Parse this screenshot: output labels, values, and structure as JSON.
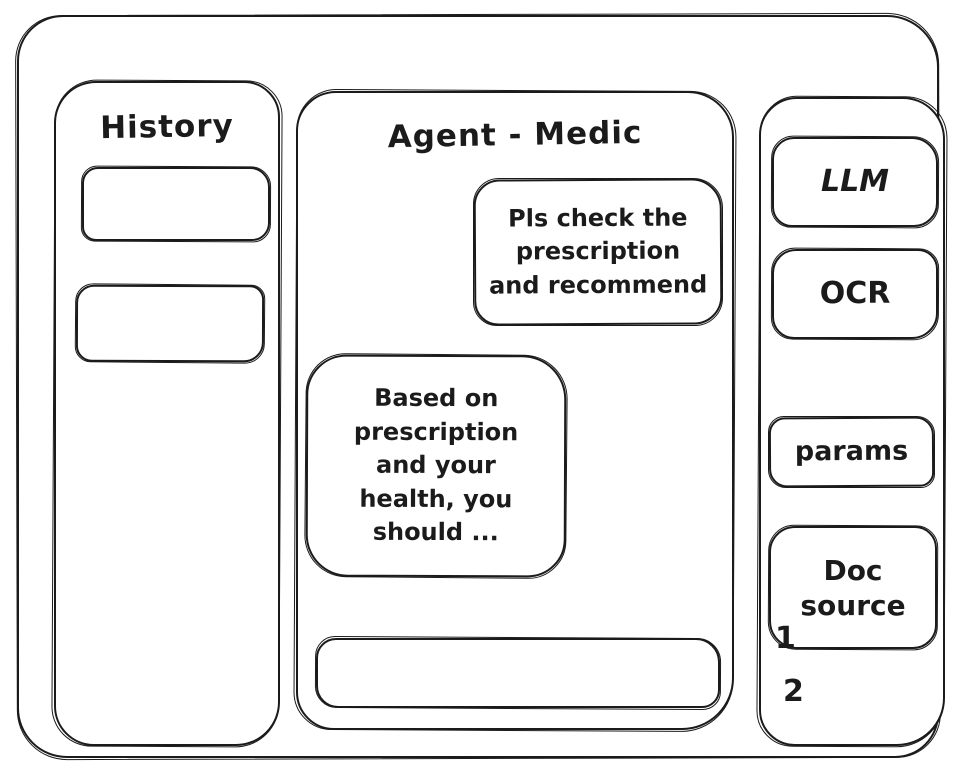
{
  "app": {
    "bg_color": "#ffffff",
    "ink_color": "#1b1b1b"
  },
  "sidebar": {
    "title": "History",
    "items": [
      {
        "label": ""
      },
      {
        "label": ""
      }
    ]
  },
  "chat": {
    "title": "Agent - Medic",
    "messages": [
      {
        "role": "user",
        "text": "Pls check the\nprescription\nand recommend"
      },
      {
        "role": "agent",
        "text": "Based on\nprescription\nand your\nhealth, you\nshould ..."
      }
    ],
    "input": {
      "value": "",
      "placeholder": ""
    }
  },
  "tools": {
    "buttons": [
      {
        "label": "LLM"
      },
      {
        "label": "OCR"
      },
      {
        "label": "params"
      },
      {
        "label": "Doc\nsource"
      }
    ],
    "doc_source_items": [
      "1",
      "2"
    ]
  }
}
